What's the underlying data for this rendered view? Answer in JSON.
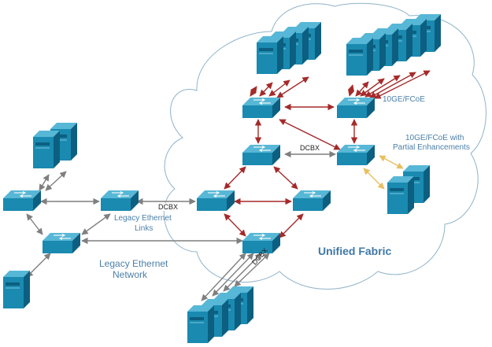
{
  "labels": {
    "link_10ge": "10GE/FCoE",
    "link_partial_1": "10GE/FCoE with",
    "link_partial_2": "Partial Enhancements",
    "legacy_links_1": "Legacy Ethernet",
    "legacy_links_2": "Links",
    "legacy_network_1": "Legacy Ethernet",
    "legacy_network_2": "Network",
    "unified_fabric": "Unified Fabric",
    "dcbx": "DCBX"
  },
  "colors": {
    "device_front": "#1a8ab0",
    "device_top": "#57b7d6",
    "device_side": "#0c5f80",
    "cloud_stroke": "#8fb3c9",
    "arrow_red": "#a52a2a",
    "arrow_gray": "#7f7f7f",
    "arrow_yellow": "#e8c061"
  }
}
